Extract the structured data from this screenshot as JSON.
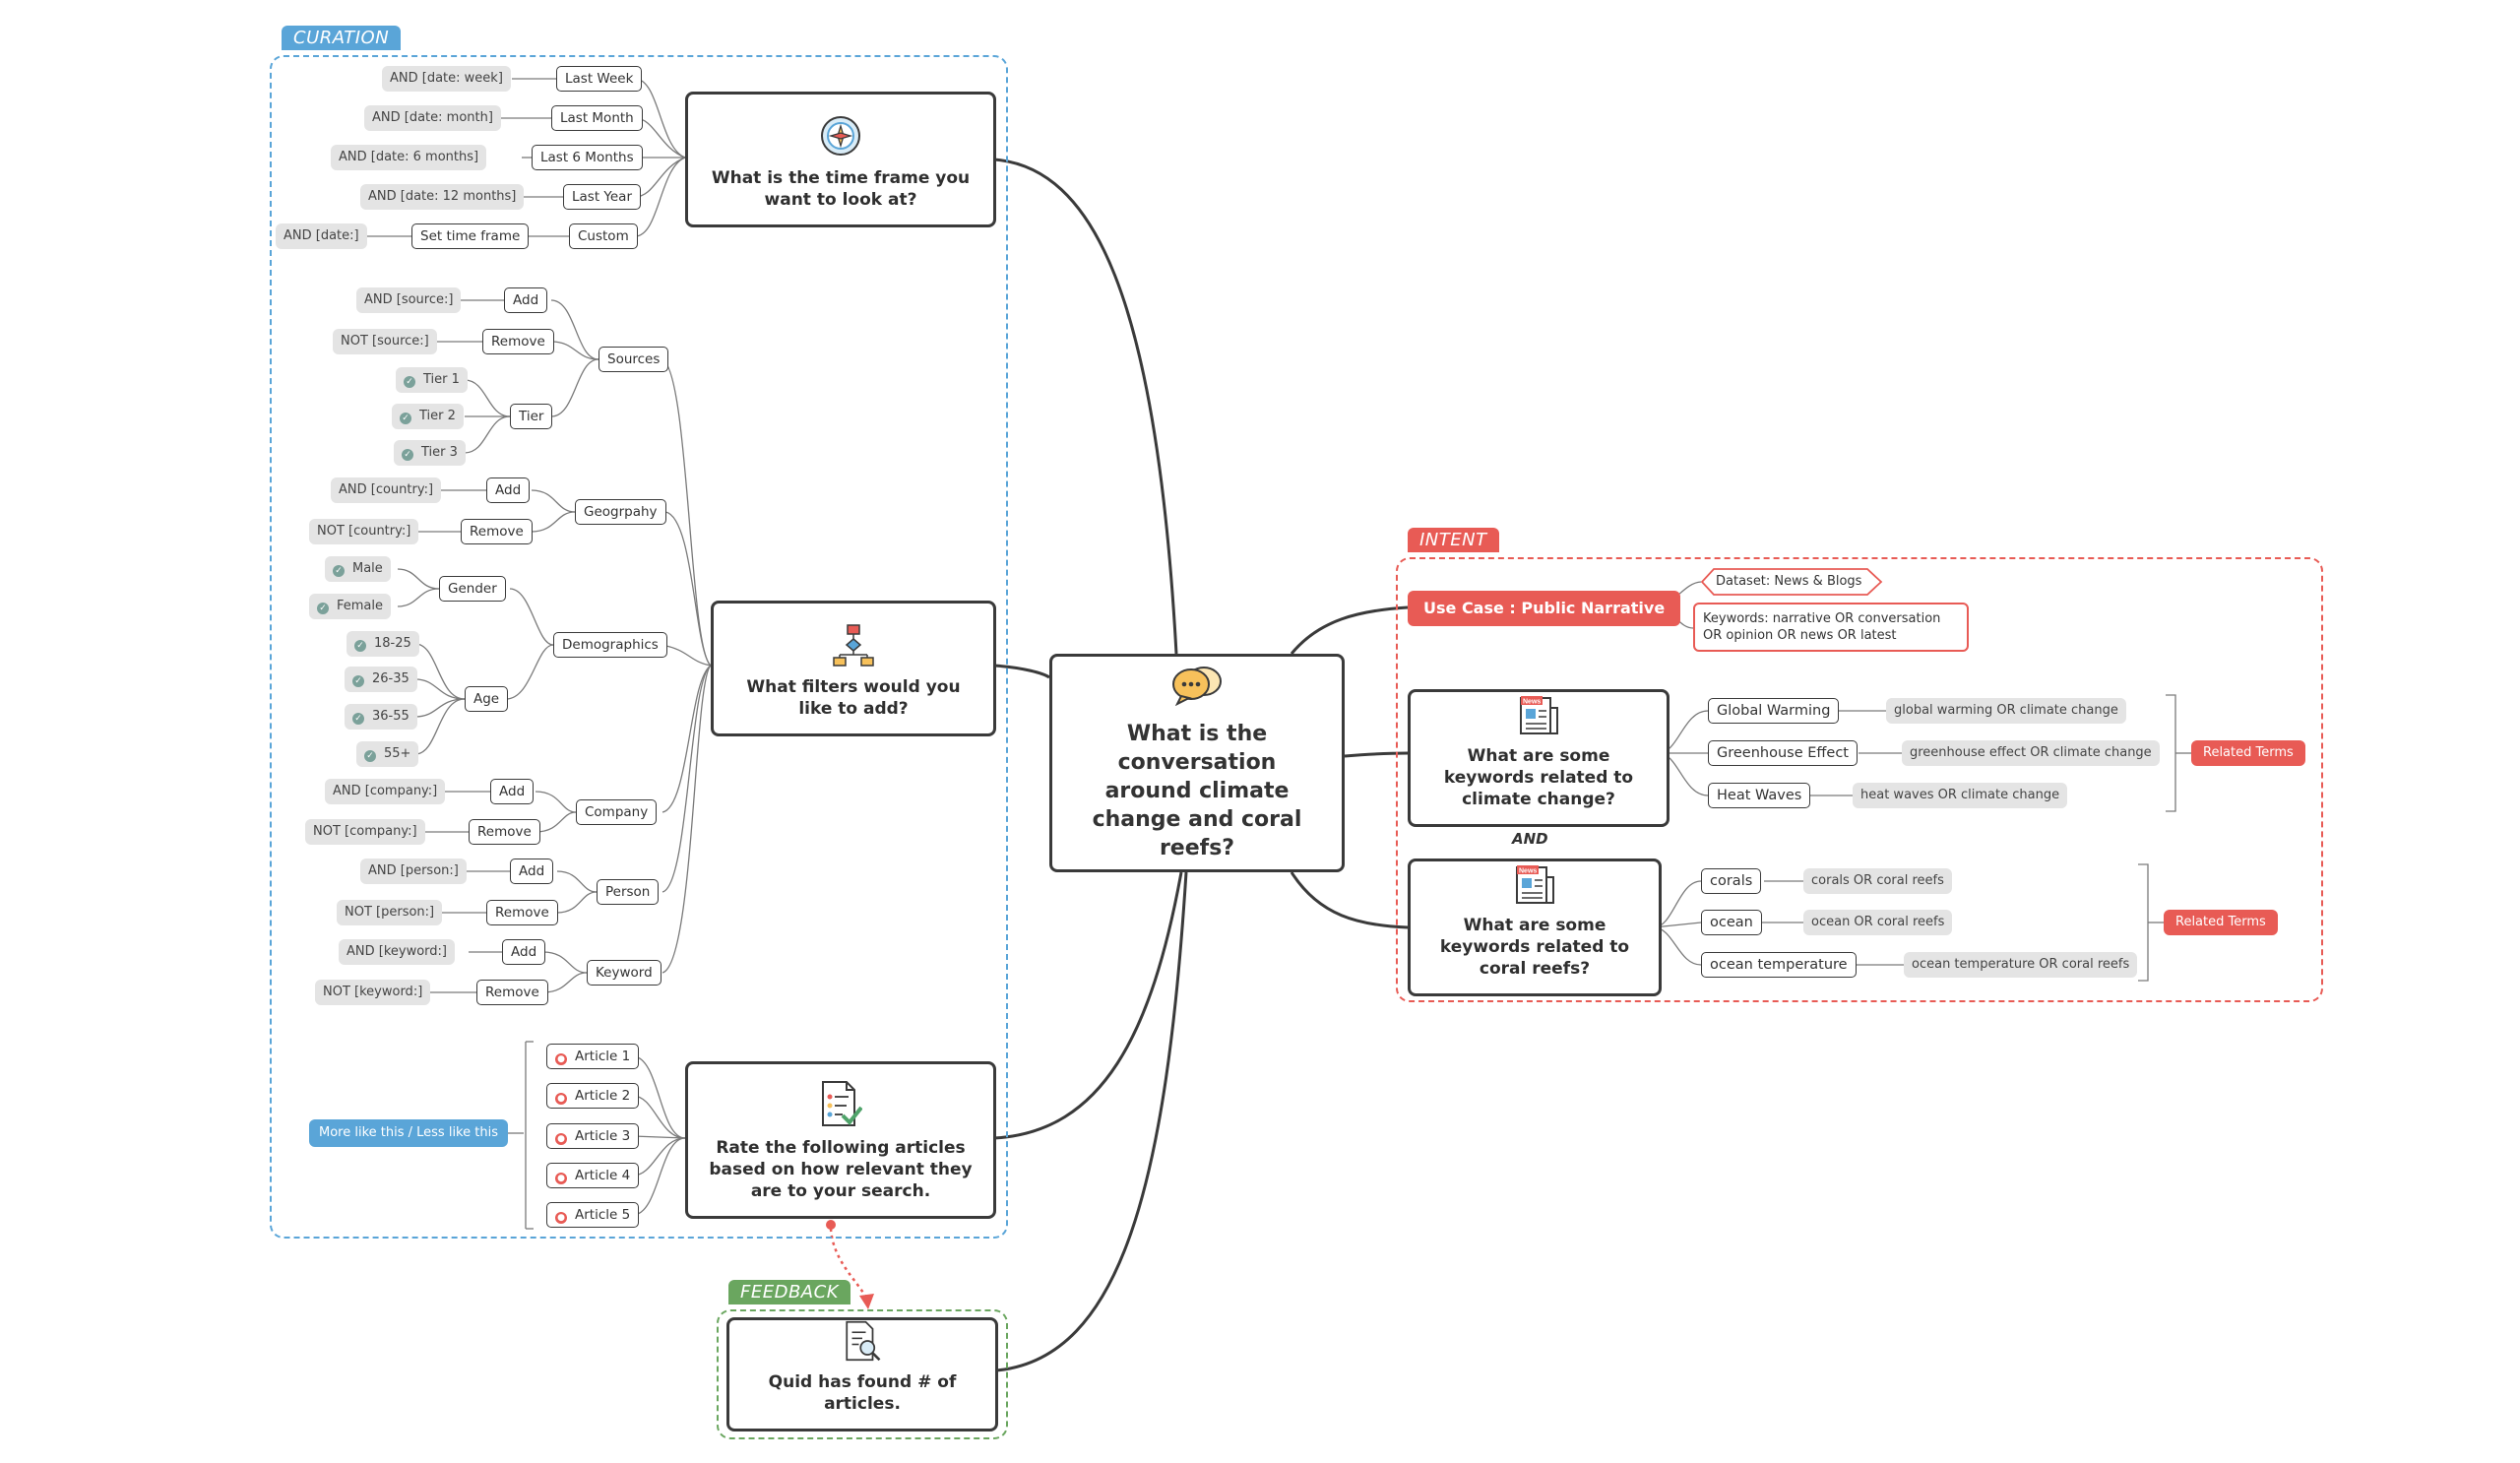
{
  "regions": {
    "curation": "CURATION",
    "intent": "INTENT",
    "feedback": "FEEDBACK"
  },
  "center": {
    "title": "What is the conversation around climate change and coral reefs?"
  },
  "questions": {
    "time_frame": "What is the time frame you want to look at?",
    "filters": "What filters would you like to add?",
    "rate": "Rate the following articles based on how relevant they are to your search.",
    "found": "Quid has found # of articles.",
    "climate_keywords": "What are some keywords related to climate change?",
    "coral_keywords": "What are some keywords related to coral reefs?"
  },
  "time_frame": {
    "options": [
      {
        "label": "Last Week",
        "query": "AND [date: week]"
      },
      {
        "label": "Last Month",
        "query": "AND [date: month]"
      },
      {
        "label": "Last 6 Months",
        "query": "AND [date: 6 months]"
      },
      {
        "label": "Last Year",
        "query": "AND [date: 12 months]"
      },
      {
        "label": "Custom",
        "sub": "Set time frame",
        "query": "AND [date:]"
      }
    ]
  },
  "filters": {
    "sources": {
      "label": "Sources",
      "add": "Add",
      "add_query": "AND [source:]",
      "remove": "Remove",
      "remove_query": "NOT [source:]",
      "tier": "Tier",
      "tiers": [
        "Tier 1",
        "Tier 2",
        "Tier 3"
      ]
    },
    "geography": {
      "label": "Geogrpahy",
      "add": "Add",
      "add_query": "AND [country:]",
      "remove": "Remove",
      "remove_query": "NOT [country:]"
    },
    "demographics": {
      "label": "Demographics",
      "gender": "Gender",
      "genders": [
        "Male",
        "Female"
      ],
      "age": "Age",
      "ages": [
        "18-25",
        "26-35",
        "36-55",
        "55+"
      ]
    },
    "company": {
      "label": "Company",
      "add": "Add",
      "add_query": "AND [company:]",
      "remove": "Remove",
      "remove_query": "NOT [company:]"
    },
    "person": {
      "label": "Person",
      "add": "Add",
      "add_query": "AND [person:]",
      "remove": "Remove",
      "remove_query": "NOT [person:]"
    },
    "keyword": {
      "label": "Keyword",
      "add": "Add",
      "add_query": "AND [keyword:]",
      "remove": "Remove",
      "remove_query": "NOT [keyword:]"
    }
  },
  "articles": {
    "items": [
      "Article 1",
      "Article 2",
      "Article 3",
      "Article 4",
      "Article 5"
    ],
    "feedback_label": "More like this / Less like this"
  },
  "intent": {
    "use_case": "Use Case : Public Narrative",
    "dataset": "Dataset: News & Blogs",
    "keywords": "Keywords: narrative OR conversation OR opinion OR news OR latest",
    "and_label": "AND",
    "related_terms": "Related Terms",
    "climate_terms": [
      {
        "label": "Global Warming",
        "query": "global warming OR climate change"
      },
      {
        "label": "Greenhouse Effect",
        "query": "greenhouse effect OR climate change"
      },
      {
        "label": "Heat Waves",
        "query": "heat waves OR climate change"
      }
    ],
    "coral_terms": [
      {
        "label": "corals",
        "query": "corals OR coral reefs"
      },
      {
        "label": "ocean",
        "query": "ocean OR coral reefs"
      },
      {
        "label": "ocean temperature",
        "query": "ocean temperature OR coral reefs"
      }
    ]
  },
  "colors": {
    "curation": "#5aa5d8",
    "intent": "#e85b55",
    "feedback": "#6aa65f",
    "line": "#3a3a3a"
  }
}
